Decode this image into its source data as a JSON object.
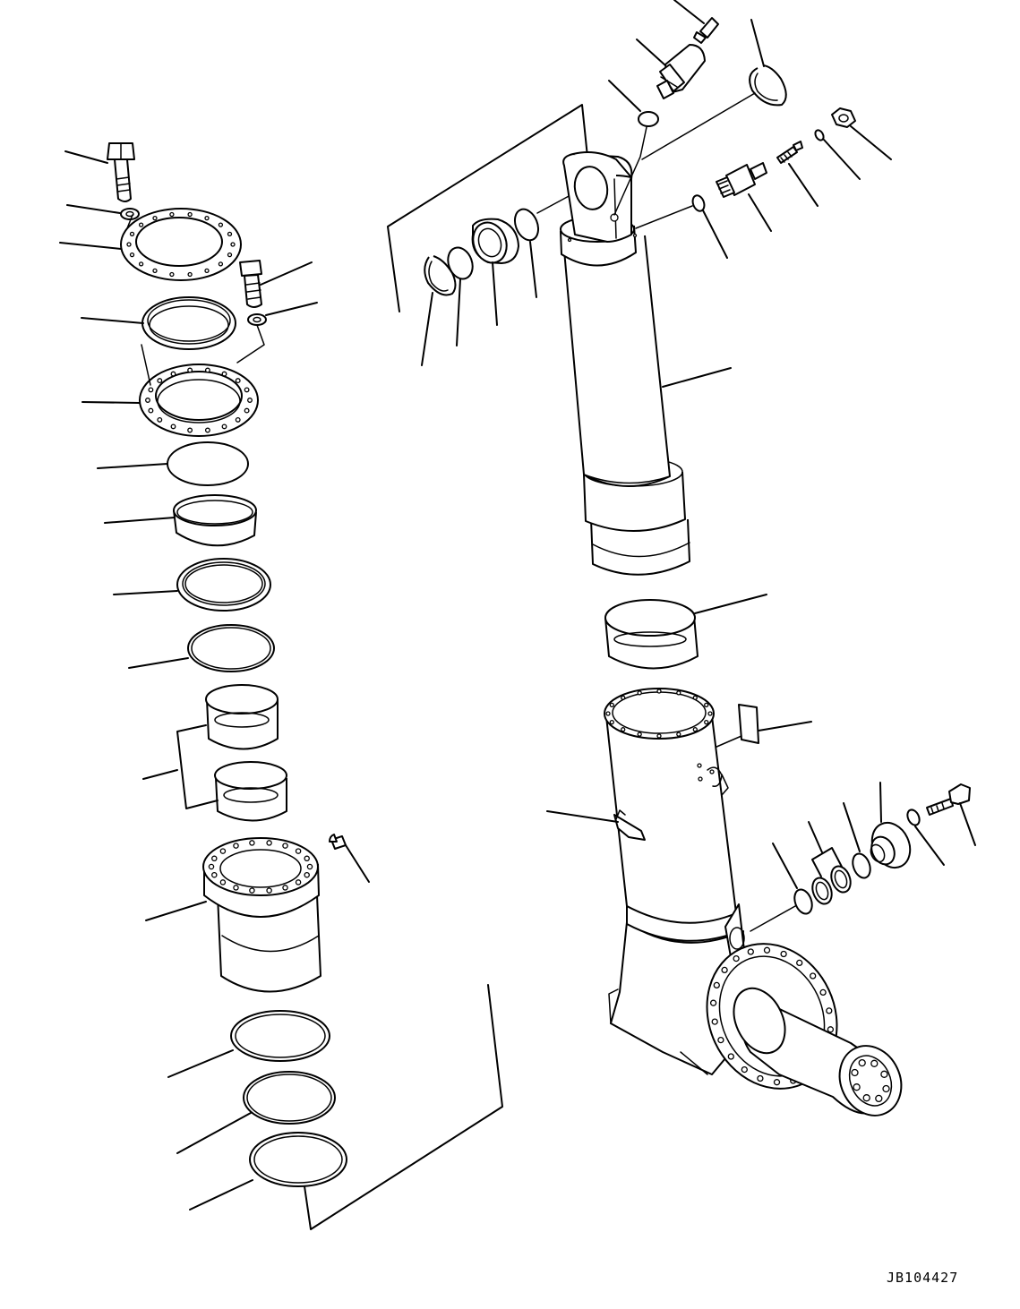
{
  "drawing": {
    "reference_code": "JB104427"
  },
  "parts": [
    {
      "id": "hex-bolt",
      "icon": "bolt-icon"
    },
    {
      "id": "washer",
      "icon": "washer-icon"
    },
    {
      "id": "retainer-plate",
      "icon": "flange-icon"
    },
    {
      "id": "seal-ring",
      "icon": "ring-icon"
    },
    {
      "id": "bearing-cage",
      "icon": "flange-icon"
    },
    {
      "id": "thrust-washer",
      "icon": "ring-icon"
    },
    {
      "id": "bushing",
      "icon": "sleeve-icon"
    },
    {
      "id": "dust-seal",
      "icon": "ring-icon"
    },
    {
      "id": "o-ring",
      "icon": "ring-icon"
    },
    {
      "id": "housing",
      "icon": "housing-icon"
    },
    {
      "id": "grease-fitting",
      "icon": "nipple-icon"
    },
    {
      "id": "cylinder-rod",
      "icon": "rod-icon"
    },
    {
      "id": "spherical-bearing",
      "icon": "bearing-icon"
    },
    {
      "id": "snap-ring",
      "icon": "snap-ring-icon"
    },
    {
      "id": "relief-valve",
      "icon": "valve-icon"
    },
    {
      "id": "nut",
      "icon": "nut-icon"
    },
    {
      "id": "steering-knuckle",
      "icon": "knuckle-icon"
    },
    {
      "id": "name-plate",
      "icon": "plate-icon"
    },
    {
      "id": "clamp",
      "icon": "clamp-icon"
    },
    {
      "id": "cover",
      "icon": "cover-icon"
    }
  ]
}
